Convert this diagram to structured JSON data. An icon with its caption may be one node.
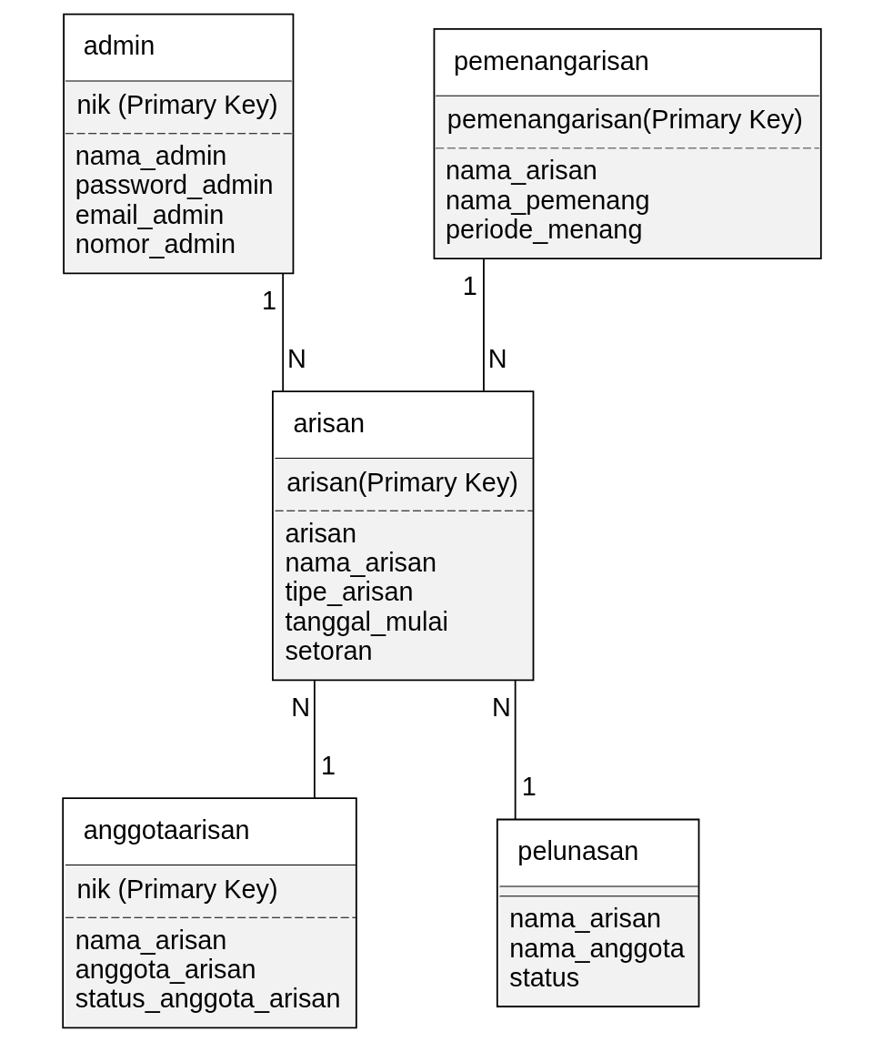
{
  "diagram": {
    "nodes": [
      {
        "text": [
          "admin",
          "nik (Primary Key)",
          "nama_admin",
          "password_admin",
          "email_admin",
          "nomor_admin"
        ]
      },
      {
        "text": [
          "pemenangarisan",
          "pemenangarisan(Primary Key)",
          "nama_arisan",
          "nama_pemenang",
          "periode_menang"
        ]
      },
      {
        "text": [
          "arisan",
          "arisan(Primary Key)",
          "arisan",
          "nama_arisan",
          "tipe_arisan",
          "tanggal_mulai",
          "setoran"
        ]
      },
      {
        "text": [
          "anggotaarisan",
          "nik (Primary Key)",
          "nama_arisan",
          "anggota_arisan",
          "status_anggota_arisan"
        ]
      },
      {
        "text": [
          "pelunasan",
          "nama_arisan",
          "nama_anggota",
          "status"
        ]
      }
    ],
    "edges": [
      {
        "from": 0,
        "to": 2,
        "arrow": "none"
      },
      {
        "from": 1,
        "to": 2,
        "arrow": "none"
      },
      {
        "from": 2,
        "to": 3,
        "arrow": "none"
      },
      {
        "from": 2,
        "to": 4,
        "arrow": "none"
      }
    ],
    "labels": [
      "1",
      "1",
      "N",
      "N",
      "N",
      "N",
      "1",
      "1"
    ]
  }
}
